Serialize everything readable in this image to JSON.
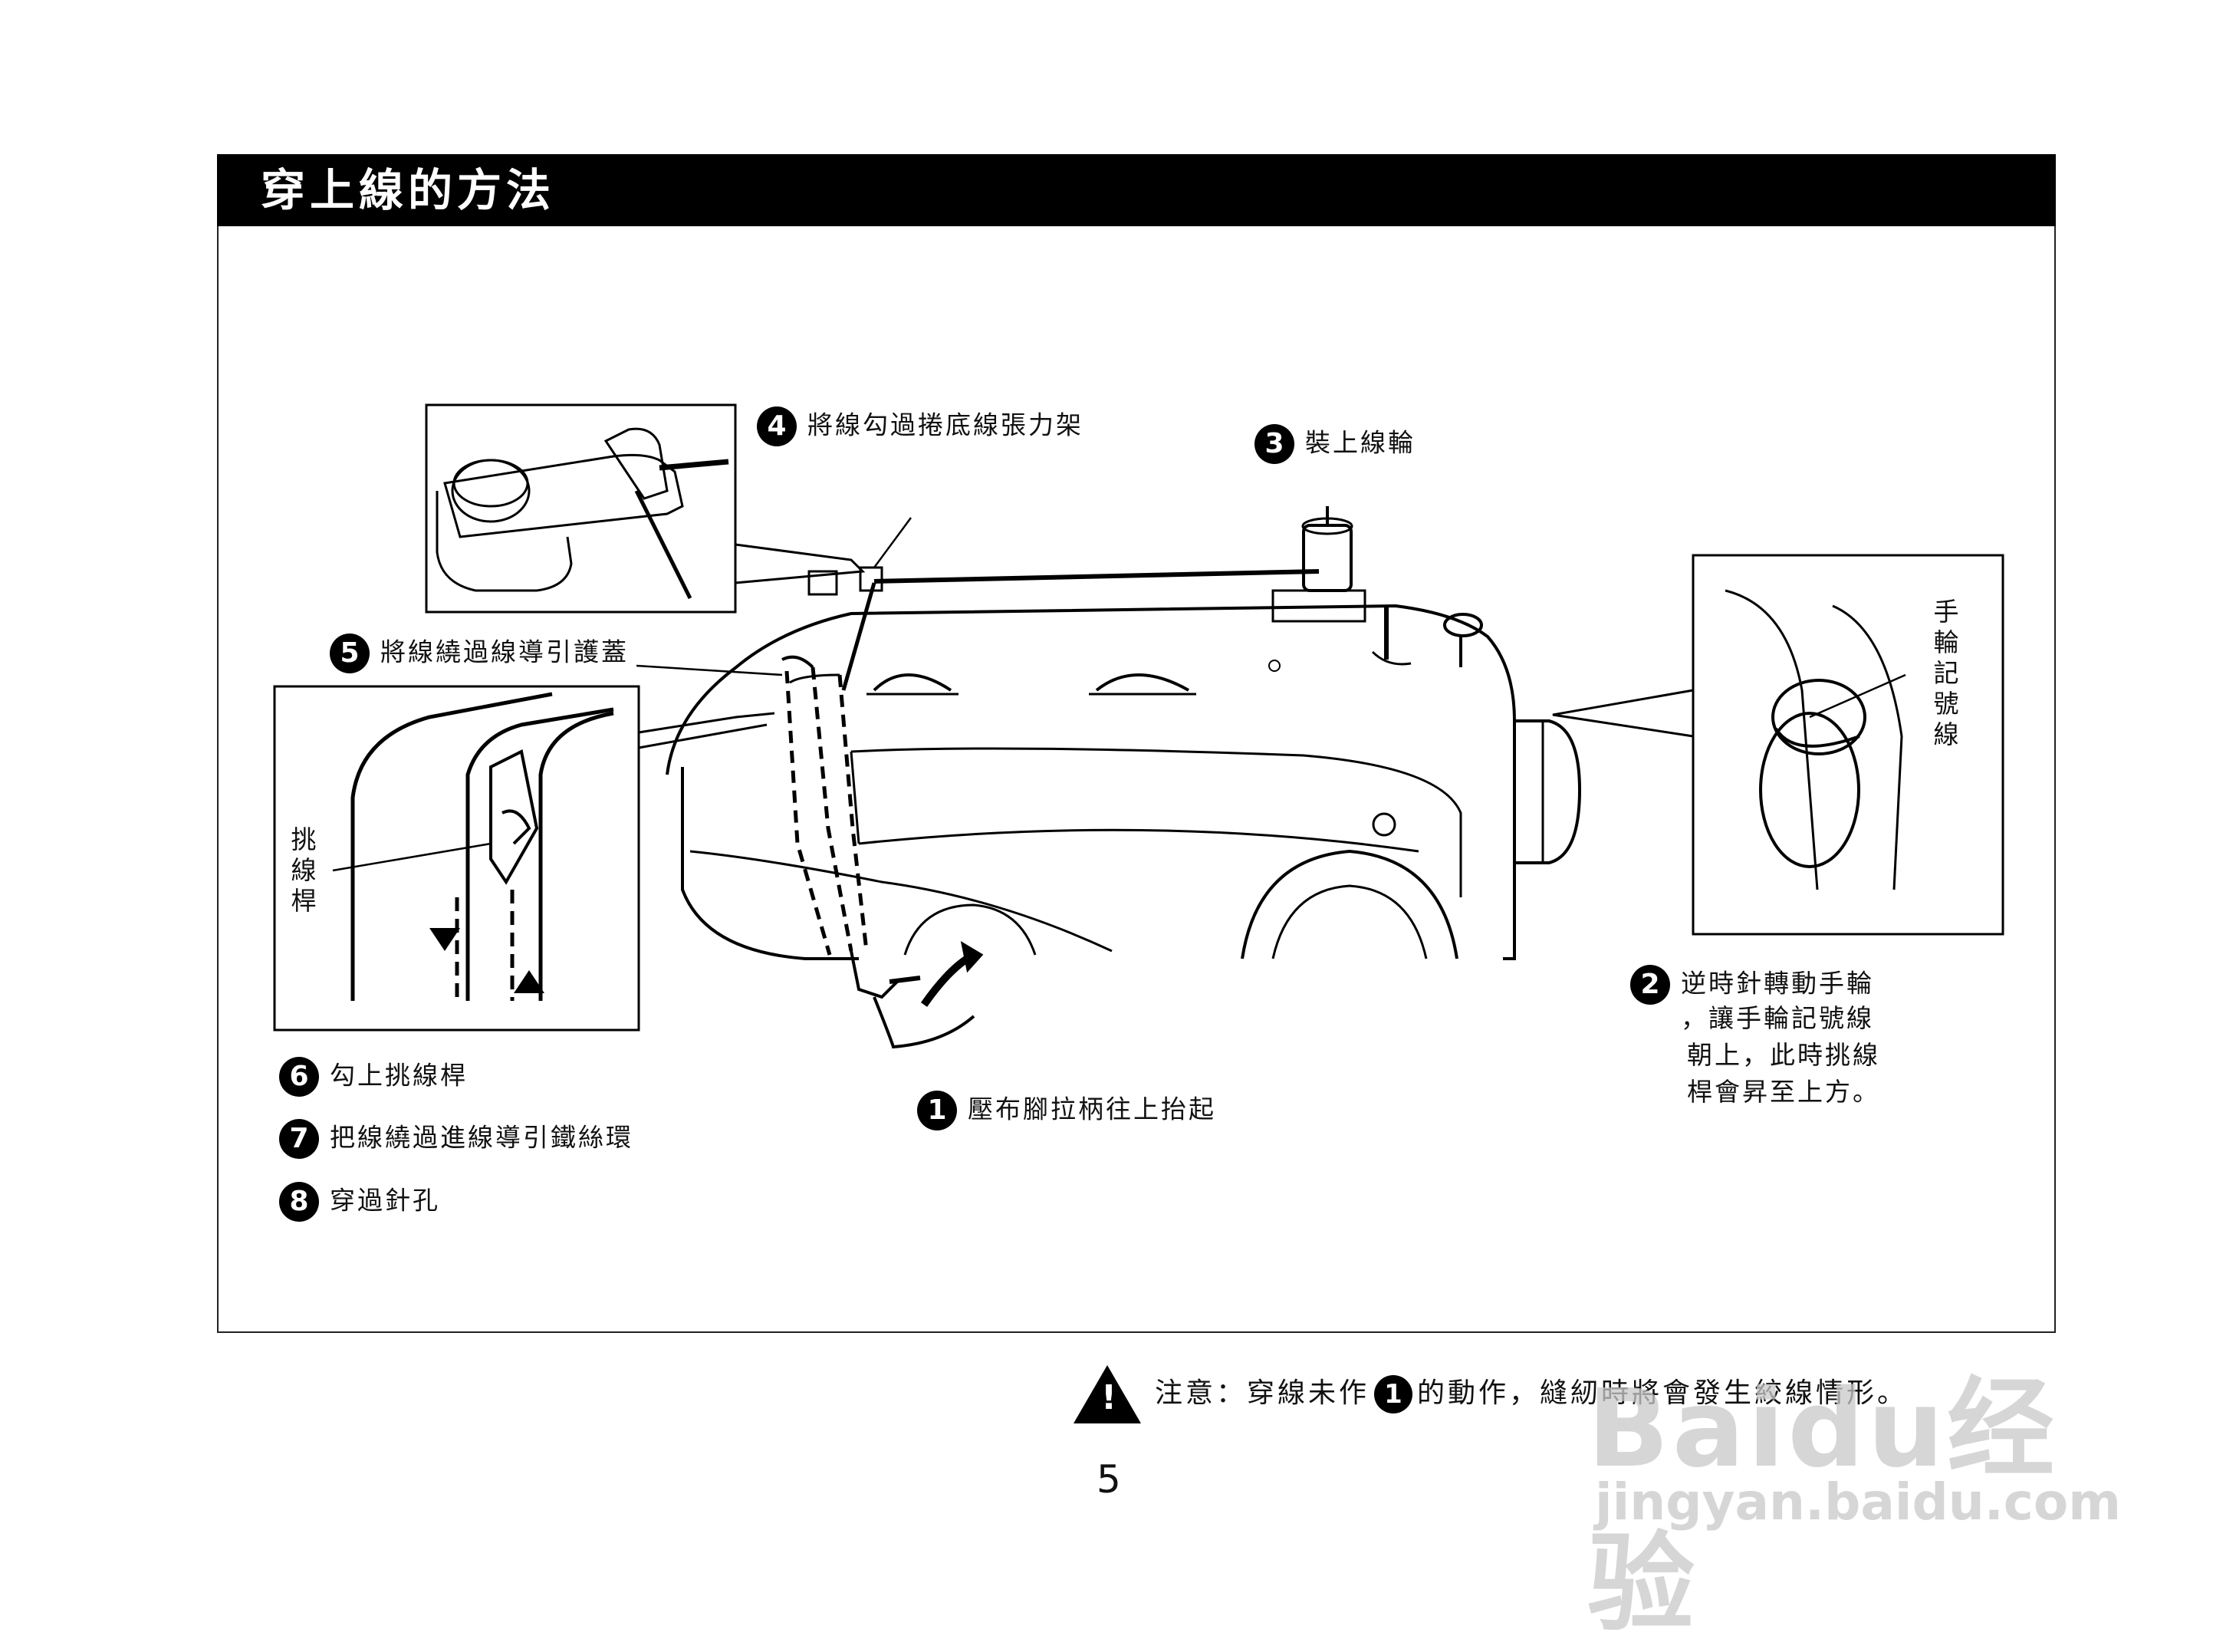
{
  "title": "穿上線的方法",
  "steps": {
    "s1": {
      "num": "1",
      "text": "壓布腳拉柄往上抬起"
    },
    "s2": {
      "num": "2",
      "line1": "逆時針轉動手輪",
      "line2": "，讓手輪記號線",
      "line3": "朝上，此時挑線",
      "line4": "桿會昇至上方。"
    },
    "s3": {
      "num": "3",
      "text": "裝上線輪"
    },
    "s4": {
      "num": "4",
      "text": "將線勾過捲底線張力架"
    },
    "s5": {
      "num": "5",
      "text": "將線繞過線導引護蓋"
    },
    "s6": {
      "num": "6",
      "text": "勾上挑線桿"
    },
    "s7": {
      "num": "7",
      "text": "把線繞過進線導引鐵絲環"
    },
    "s8": {
      "num": "8",
      "text": "穿過針孔"
    }
  },
  "callouts": {
    "take_up_lever": "挑線桿",
    "handwheel_mark": "手輪記號線"
  },
  "note": {
    "icon": "warning-triangle-icon",
    "prefix": "注意：穿線未作",
    "ref_num": "1",
    "suffix": "的動作，縫紉時將會發生絞線情形。"
  },
  "page_number": "5",
  "watermark": {
    "logo": "Baidu经验",
    "url": "jingyan.baidu.com"
  }
}
